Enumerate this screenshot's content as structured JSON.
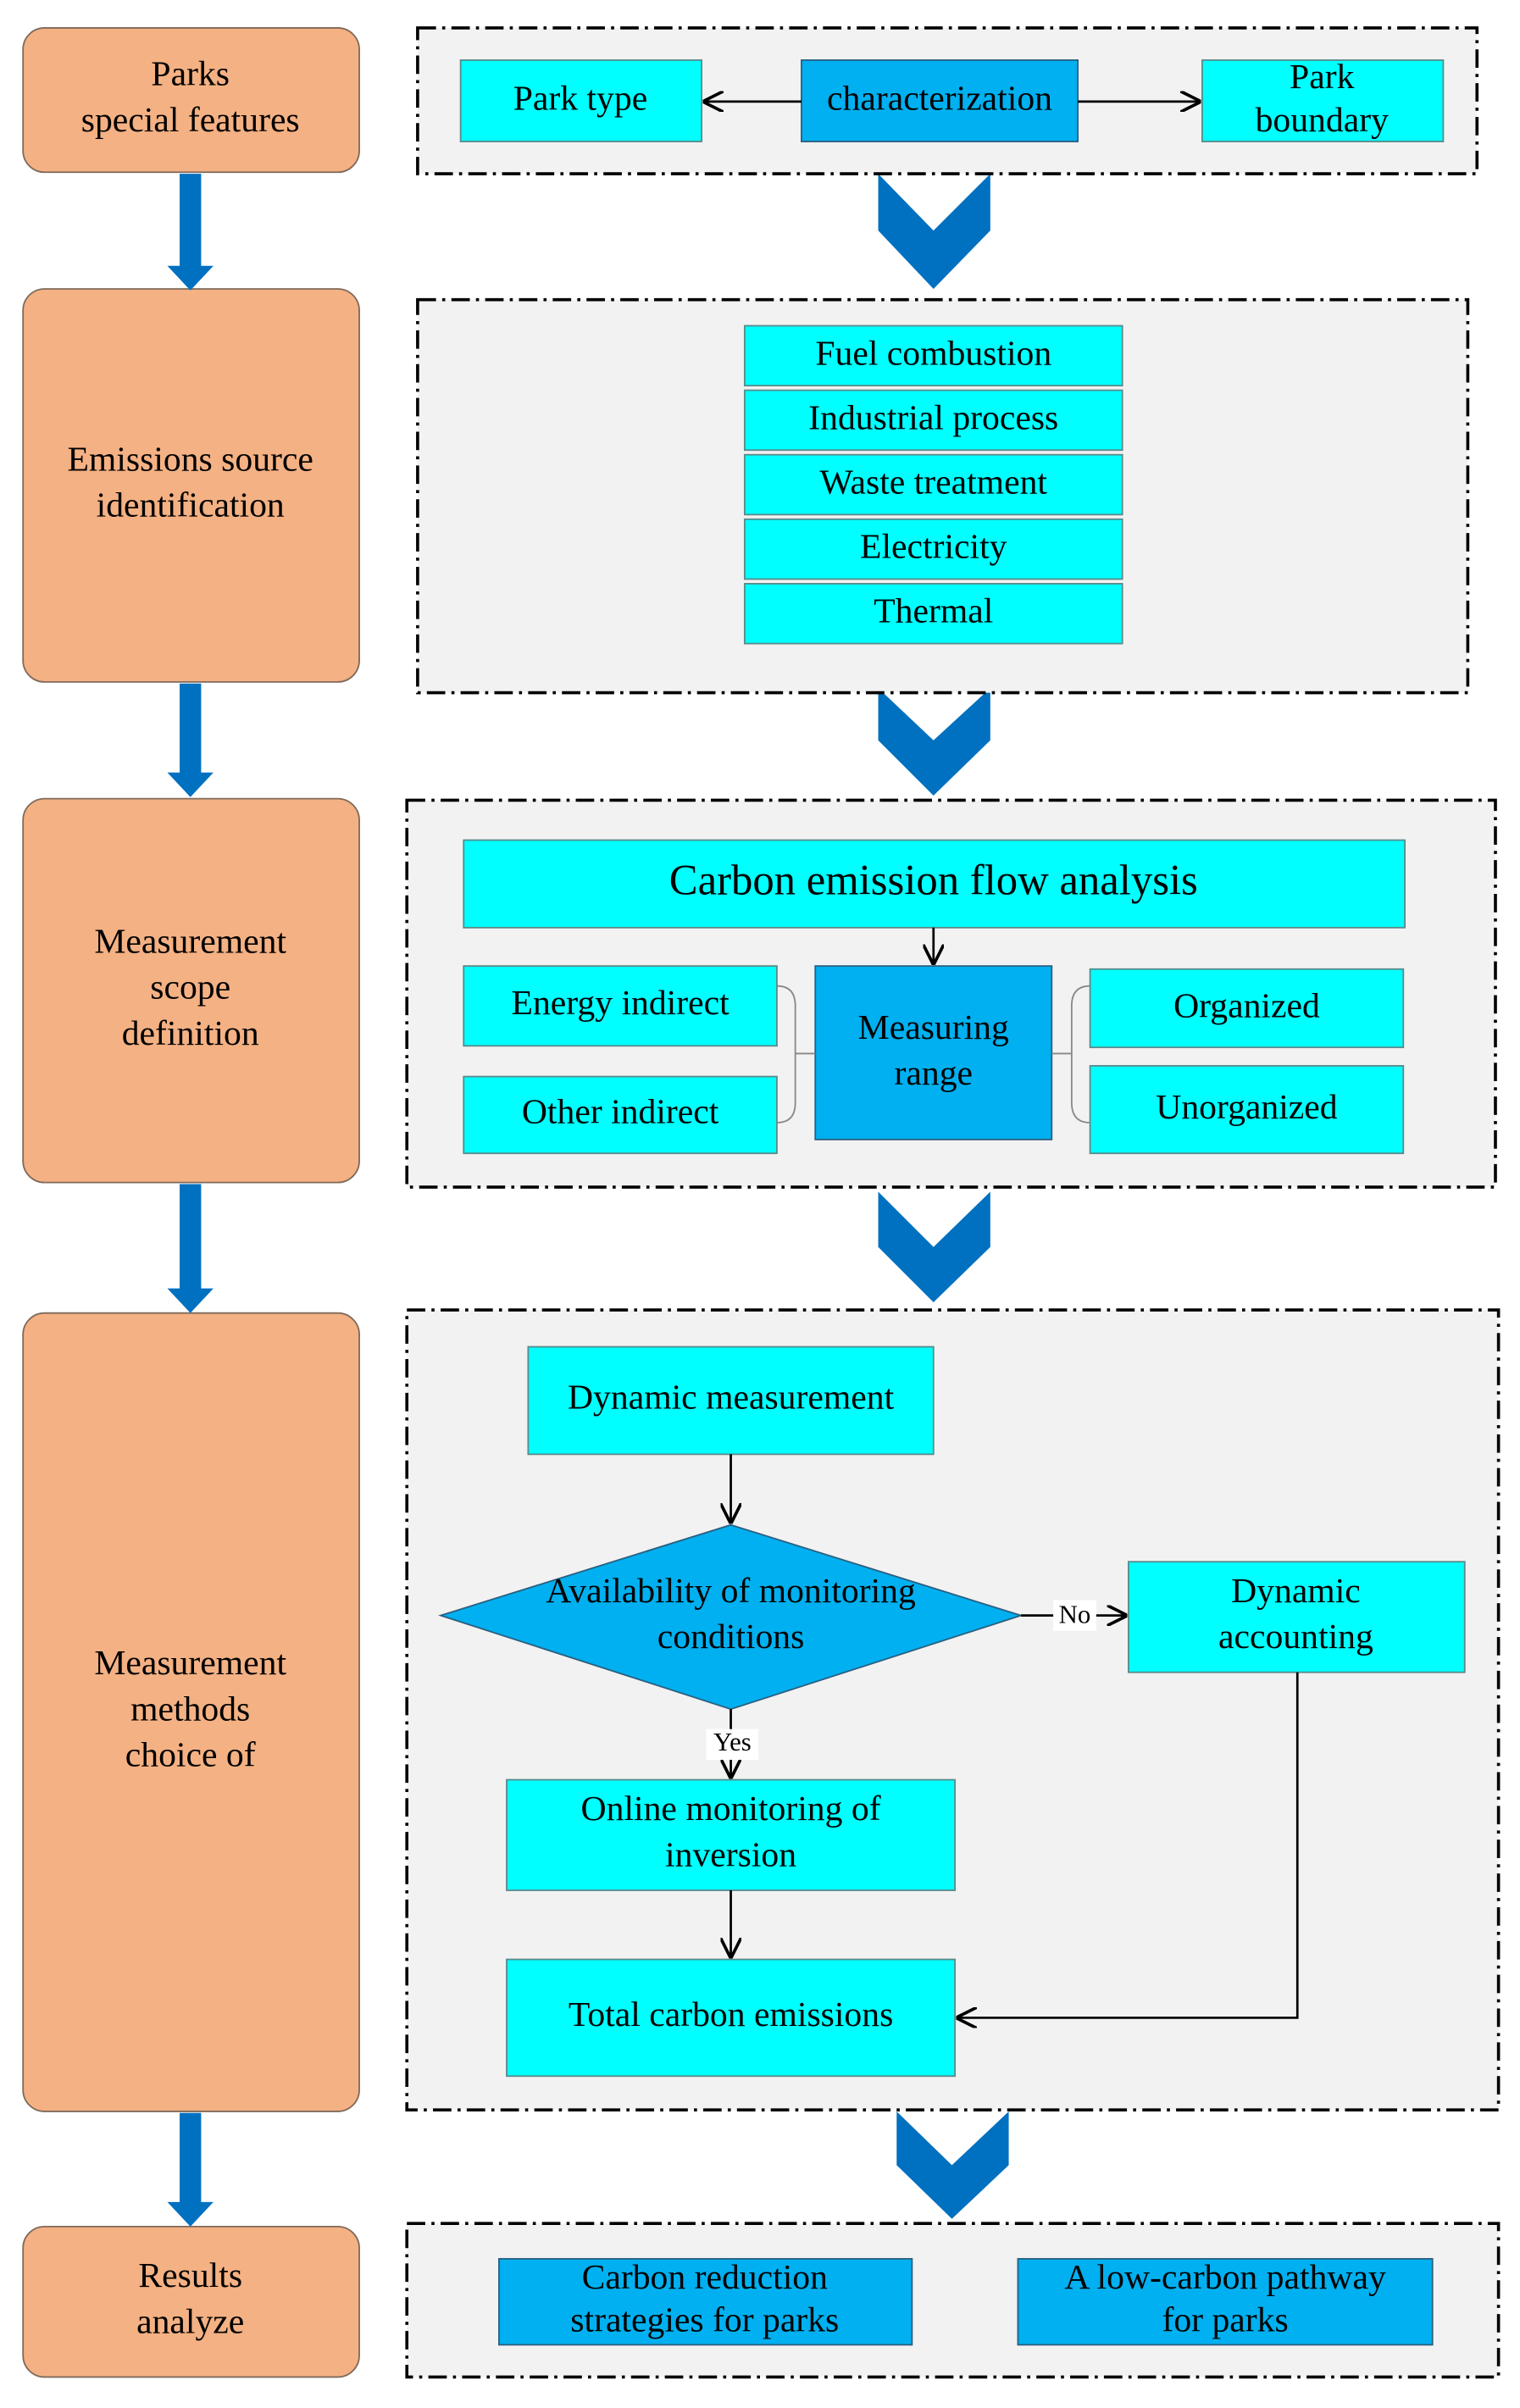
{
  "colors": {
    "stage": "#f4b183",
    "cyan_box": "#00ffff",
    "blue_box": "#00b0f0",
    "arrow": "#0070c0",
    "panel": "#f2f2f2"
  },
  "stages": [
    {
      "lines": [
        "Parks",
        "special features"
      ]
    },
    {
      "lines": [
        "Emissions source",
        "identification"
      ]
    },
    {
      "lines": [
        "Measurement",
        "scope",
        "definition"
      ]
    },
    {
      "lines": [
        "Measurement",
        "methods",
        "choice of"
      ]
    },
    {
      "lines": [
        "Results",
        "analyze"
      ]
    }
  ],
  "panel1": {
    "park_type": "Park type",
    "characterization": "characterization",
    "park_boundary": [
      "Park",
      "boundary"
    ]
  },
  "panel2": {
    "sources": [
      "Fuel combustion",
      "Industrial process",
      "Waste treatment",
      "Electricity",
      "Thermal"
    ]
  },
  "panel3": {
    "flow": "Carbon emission flow analysis",
    "energy_indirect": "Energy indirect",
    "other_indirect": "Other indirect",
    "measuring_range": [
      "Measuring",
      "range"
    ],
    "organized": "Organized",
    "unorganized": "Unorganized"
  },
  "panel4": {
    "dynamic_measurement": "Dynamic measurement",
    "decision": [
      "Availability of monitoring",
      "conditions"
    ],
    "no_label": "No",
    "yes_label": "Yes",
    "dynamic_accounting": [
      "Dynamic",
      "accounting"
    ],
    "online_monitoring": [
      "Online monitoring of",
      "inversion"
    ],
    "total": "Total carbon emissions"
  },
  "panel5": {
    "strategies": [
      "Carbon reduction",
      "strategies for parks"
    ],
    "pathway": [
      "A low-carbon pathway",
      "for parks"
    ]
  }
}
